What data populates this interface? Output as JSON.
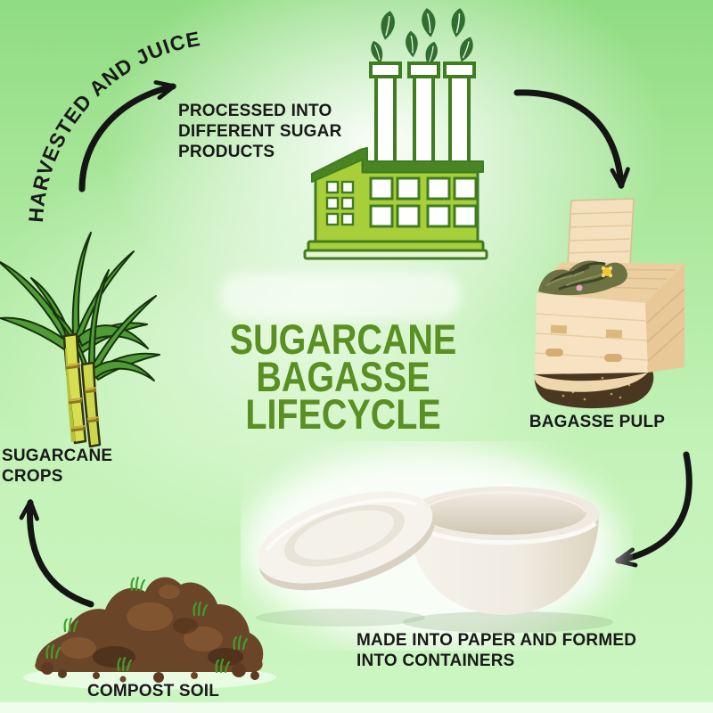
{
  "title": {
    "line1": "SUGARCANE",
    "line2": "BAGASSE",
    "line3": "LIFECYCLE",
    "color": "#5a8f22"
  },
  "stages": {
    "harvested": {
      "label": "HARVESTED AND JUICED"
    },
    "processed": {
      "label": "PROCESSED INTO\nDIFFERENT SUGAR\nPRODUCTS"
    },
    "bagasse_pulp": {
      "label": "BAGASSE PULP"
    },
    "containers": {
      "label": "MADE INTO PAPER AND FORMED\nINTO CONTAINERS"
    },
    "compost": {
      "label": "COMPOST SOIL"
    },
    "crops": {
      "label": "SUGARCANE\nCROPS"
    }
  },
  "icons": {
    "factory": "factory-icon",
    "leaves": "leaves-icon",
    "sugarcane": "sugarcane-crops-icon",
    "pulp_box": "bagasse-pulp-box-icon",
    "bowl": "bagasse-bowl-and-lid-icon",
    "compost": "compost-pile-icon",
    "arrows": "curved-arrow-icon"
  },
  "colors": {
    "background_green_top": "#90dc82",
    "background_green_bottom": "#cdf6c2",
    "title_green": "#5a8f22",
    "label_text": "#191919",
    "arrow_black": "#151515",
    "factory_lime": "#a8cf3a",
    "factory_outline_green": "#3f7d20",
    "leaf_dark_green": "#2f6e2e",
    "cardboard_tan": "#f7e3c2",
    "soil_brown": "#6b4528",
    "bowl_cream": "#f5f2ea"
  }
}
